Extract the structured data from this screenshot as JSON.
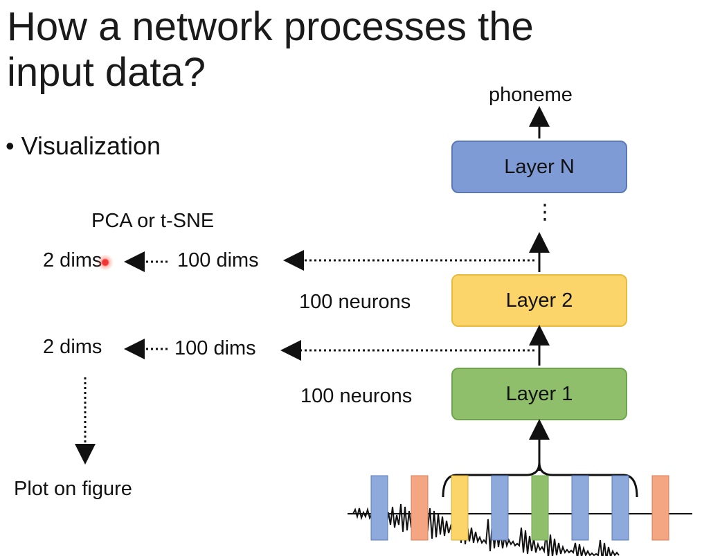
{
  "title": "How a network processes the input data?",
  "bullet": "Visualization",
  "method_label": "PCA or t-SNE",
  "output_label": "phoneme",
  "ellipsis": "⋮",
  "layers": [
    {
      "label": "Layer N"
    },
    {
      "label": "Layer 2",
      "side_label": "100 neurons"
    },
    {
      "label": "Layer 1",
      "side_label": "100 neurons"
    }
  ],
  "reduction_rows": [
    {
      "high": "100 dims",
      "low": "2 dims"
    },
    {
      "high": "100 dims",
      "low": "2 dims"
    }
  ],
  "plot_label": "Plot on figure",
  "colors": {
    "layer_n": "#7f9bd5",
    "layer_2": "#fcd56a",
    "layer_1": "#8fbf6b",
    "frame_blue": "#8ea9db",
    "frame_orange": "#f4a582",
    "frame_yellow": "#fcd56a",
    "frame_green": "#8fbf6b"
  }
}
